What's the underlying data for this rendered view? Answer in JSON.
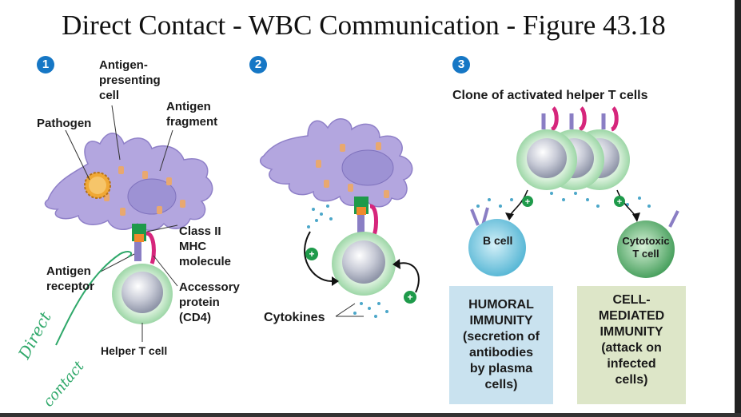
{
  "title": "Direct Contact - WBC Communication - Figure 43.18",
  "steps": [
    "1",
    "2",
    "3"
  ],
  "panel1": {
    "antigen_presenting_cell": [
      "Antigen-",
      "presenting",
      "cell"
    ],
    "antigen_fragment": [
      "Antigen",
      "fragment"
    ],
    "pathogen": "Pathogen",
    "class_ii_mhc": [
      "Class II",
      "MHC",
      "molecule"
    ],
    "antigen_receptor": [
      "Antigen",
      "receptor"
    ],
    "accessory_protein": [
      "Accessory",
      "protein",
      "(CD4)"
    ],
    "helper_t_cell": "Helper T cell"
  },
  "panel2": {
    "cytokines": "Cytokines"
  },
  "panel3": {
    "clone_label": "Clone of activated helper T cells",
    "b_cell": "B cell",
    "cytotoxic_t_cell": [
      "Cytotoxic",
      "T cell"
    ],
    "humoral_box": [
      "HUMORAL",
      "IMMUNITY",
      "(secretion of",
      "antibodies",
      "by plasma",
      "cells)"
    ],
    "cell_mediated_box": [
      "CELL-",
      "MEDIATED",
      "IMMUNITY",
      "(attack on",
      "infected",
      "cells)"
    ]
  },
  "annotation": [
    "Direct",
    "contact"
  ],
  "colors": {
    "apc_purple": "#b3a6df",
    "tcell_green": "#bfe3c4",
    "bcell_blue": "#8fd3e8",
    "humoral_box": "#c9e2ef",
    "cell_mediated_box": "#dde6c8",
    "step_blue": "#1677c5",
    "mhc_green": "#1e9a4a",
    "cd4_magenta": "#d6267c",
    "handwriting": "#2fa86a"
  }
}
